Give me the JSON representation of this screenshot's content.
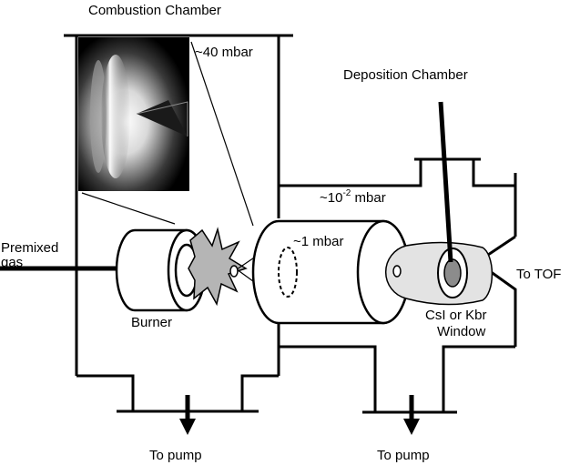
{
  "labels": {
    "combustion_chamber": "Combustion Chamber",
    "deposition_chamber": "Deposition Chamber",
    "pressure_40": "~40 mbar",
    "pressure_1e2_prefix": "~10",
    "pressure_1e2_exp": "-2",
    "pressure_1e2_unit": " mbar",
    "pressure_1": "~1 mbar",
    "premixed_line1": "Premixed",
    "premixed_line2": "gas",
    "burner": "Burner",
    "window_line1": "CsI or Kbr",
    "window_line2": "Window",
    "to_tof": "To TOF",
    "to_pump_left": "To pump",
    "to_pump_right": "To pump"
  },
  "colors": {
    "line": "#000000",
    "flash": "#b5b5b5",
    "window_cone": "#e3e3e3",
    "window_disk": "#8c8c8c"
  }
}
